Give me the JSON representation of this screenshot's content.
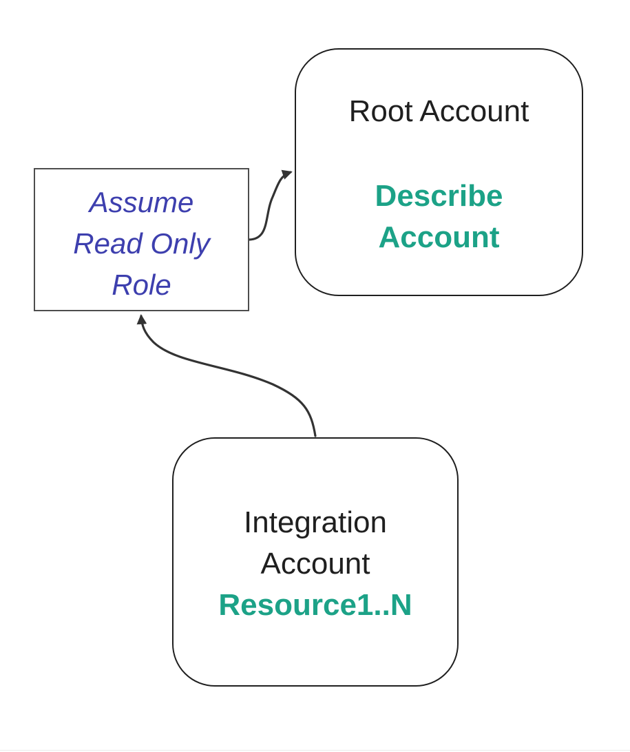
{
  "page": {
    "background_color": "#ffffff",
    "type": "flow-diagram"
  },
  "diagram": {
    "colors": {
      "accent_teal": "#1ca287",
      "accent_blue": "#3d3fae",
      "node_border": "#1f1f1f",
      "assume_box_border": "#4d4d4d",
      "arrow_stroke": "#333333",
      "text": "#1f1f1f"
    },
    "nodes": {
      "root_account": {
        "title": "Root Account",
        "action_line1": "Describe",
        "action_line2": "Account"
      },
      "assume_role": {
        "line1": "Assume",
        "line2": "Read Only",
        "line3": "Role"
      },
      "integration_account": {
        "title_line1": "Integration",
        "title_line2": "Account",
        "resources": "Resource1..N"
      }
    },
    "edges": [
      {
        "from": "assume_role",
        "to": "root_account"
      },
      {
        "from": "integration_account",
        "to": "assume_role"
      }
    ]
  }
}
